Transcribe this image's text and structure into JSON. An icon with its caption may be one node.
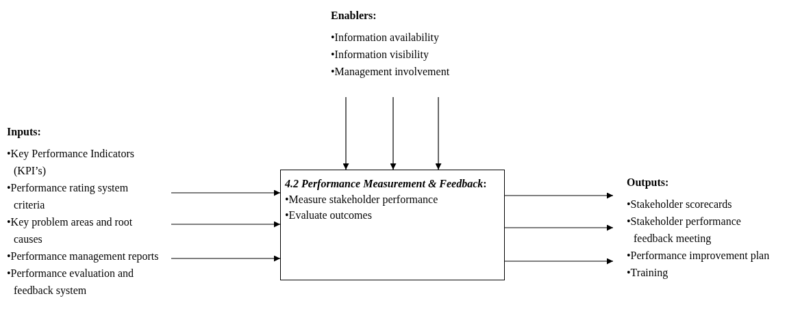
{
  "diagram": {
    "nodes": [
      {
        "text": [
          "Enablers:",
          "•Information availability",
          "•Information visibility",
          "•Management involvement"
        ]
      },
      {
        "text": [
          "Inputs:",
          "•Key Performance Indicators (KPI’s)",
          "•Performance rating system criteria",
          "•Key problem areas and root causes",
          "•Performance management reports",
          "•Performance evaluation and feedback system"
        ]
      },
      {
        "text": [
          "*4.2 Performance Measurement & Feedback*:",
          "•Measure stakeholder performance",
          "•Evaluate outcomes"
        ]
      },
      {
        "text": [
          "Outputs:",
          "•Stakeholder scorecards",
          "•Stakeholder performance feedback meeting",
          "•Performance improvement plan",
          "•Training"
        ]
      }
    ],
    "edges": [
      {
        "from": 0,
        "to": 2,
        "arrow": "to"
      },
      {
        "from": 0,
        "to": 2,
        "arrow": "to"
      },
      {
        "from": 0,
        "to": 2,
        "arrow": "to"
      },
      {
        "from": 1,
        "to": 2,
        "arrow": "to"
      },
      {
        "from": 1,
        "to": 2,
        "arrow": "to"
      },
      {
        "from": 1,
        "to": 2,
        "arrow": "to"
      },
      {
        "from": 2,
        "to": 3,
        "arrow": "to"
      },
      {
        "from": 2,
        "to": 3,
        "arrow": "to"
      },
      {
        "from": 2,
        "to": 3,
        "arrow": "to"
      }
    ]
  }
}
